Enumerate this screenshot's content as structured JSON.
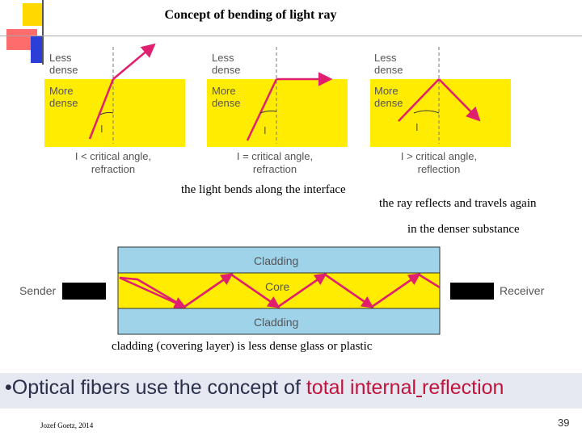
{
  "title": "Concept of  bending of light ray",
  "panels": [
    {
      "less": [
        "Less",
        "dense"
      ],
      "more": [
        "More",
        "dense"
      ],
      "angle": "I",
      "caption": [
        "I < critical angle,",
        "refraction"
      ]
    },
    {
      "less": [
        "Less",
        "dense"
      ],
      "more": [
        "More",
        "dense"
      ],
      "angle": "I",
      "caption": [
        "I = critical angle,",
        "refraction"
      ]
    },
    {
      "less": [
        "Less",
        "dense"
      ],
      "more": [
        "More",
        "dense"
      ],
      "angle": "I",
      "caption": [
        "I > critical angle,",
        "reflection"
      ]
    }
  ],
  "notes": {
    "bends": "the light bends along the interface",
    "reflects_line1": "the ray reflects and travels again",
    "reflects_line2": "in the denser substance"
  },
  "fiber": {
    "cladding_top": "Cladding",
    "core": "Core",
    "cladding_bottom": "Cladding",
    "sender": "Sender",
    "receiver": "Receiver",
    "caption": "cladding (covering layer) is less dense glass or plastic"
  },
  "bullet": {
    "prefix": "•Optical fibers use the concept of ",
    "highlight1": "total internal",
    "space": " ",
    "highlight2": "reflection"
  },
  "footer": "Jozef Goetz, 2014",
  "page_number": "39",
  "colors": {
    "yellow": "#ffec00",
    "arrow": "#e0206f",
    "cladding": "#9fd3ea",
    "bullet_red": "#c0143c"
  }
}
